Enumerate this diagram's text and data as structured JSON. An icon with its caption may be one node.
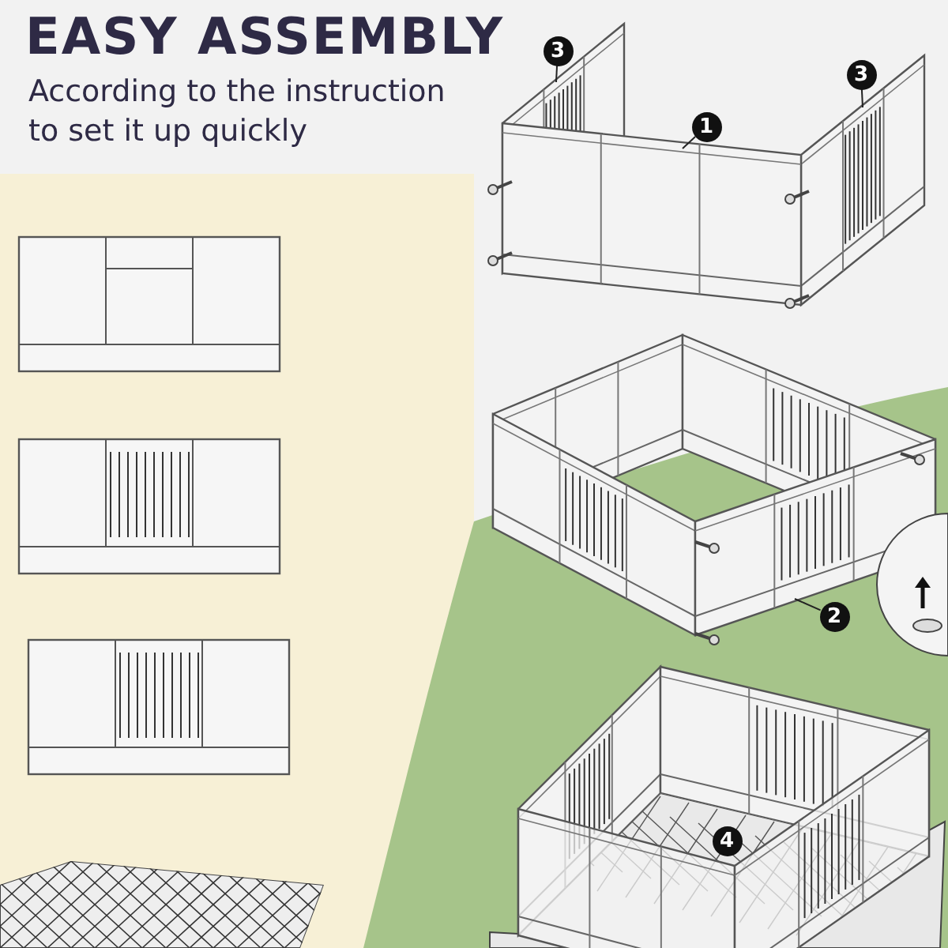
{
  "diagram": {
    "title": "EASY ASSEMBLY",
    "nodes": [
      {
        "text": [
          "3"
        ]
      },
      {
        "text": [
          "3"
        ]
      },
      {
        "text": [
          "1"
        ]
      },
      {
        "text": [
          "2"
        ]
      },
      {
        "text": [
          "4"
        ]
      }
    ],
    "edges": [
      {
        "from": 0,
        "to": null,
        "arrow": "none"
      },
      {
        "from": 1,
        "to": null,
        "arrow": "none"
      },
      {
        "from": 2,
        "to": null,
        "arrow": "none"
      },
      {
        "from": 3,
        "to": null,
        "arrow": "none"
      }
    ],
    "labels": [
      "According to the instruction to set it up quickly"
    ]
  }
}
